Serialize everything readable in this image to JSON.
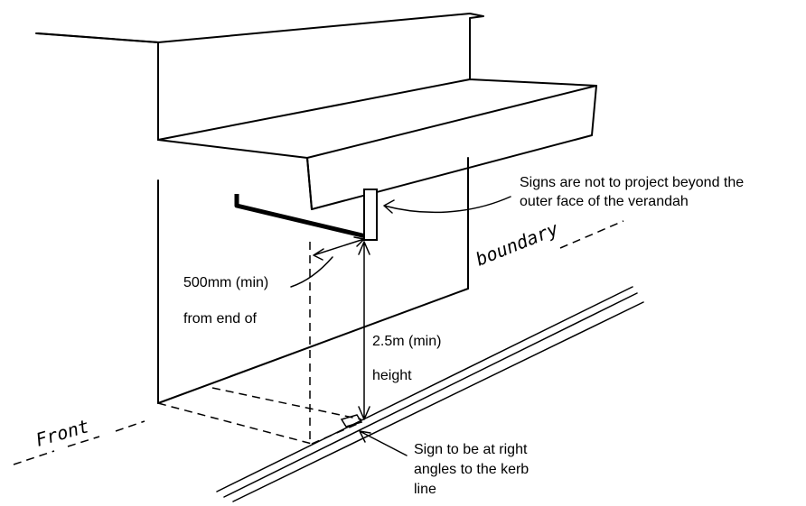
{
  "labels": {
    "note_projection_1": "Signs are not to project beyond the",
    "note_projection_2": "outer face of the verandah",
    "min_distance_1": "500mm (min)",
    "min_distance_2": "from end of",
    "min_height_1": "2.5m (min)",
    "min_height_2": "height",
    "right_angles_1": "Sign to be at right",
    "right_angles_2": "angles to the kerb",
    "right_angles_3": "line",
    "boundary": "boundary",
    "front": "Front"
  }
}
